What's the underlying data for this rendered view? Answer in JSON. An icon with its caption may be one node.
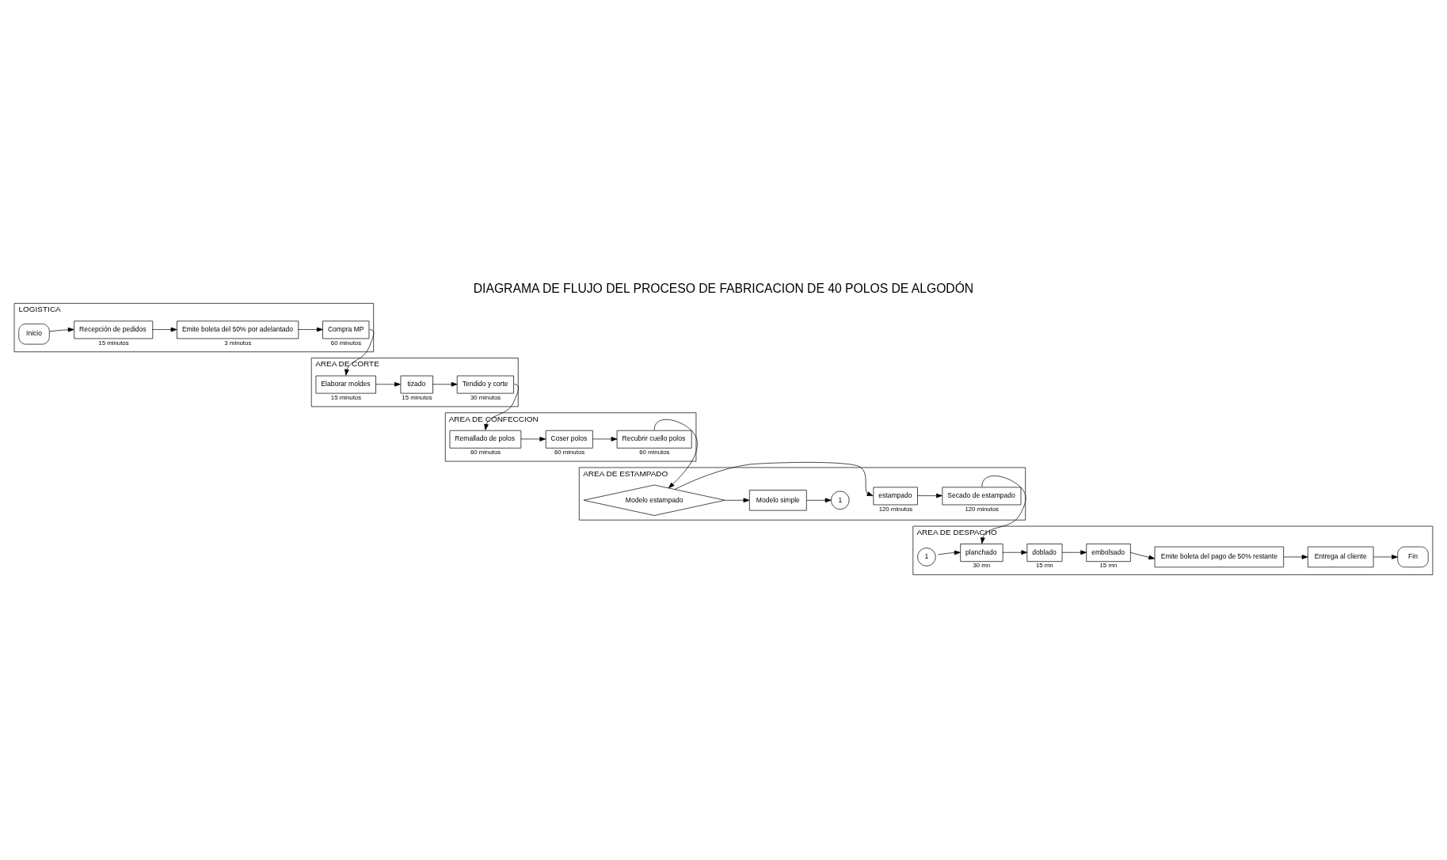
{
  "diagram": {
    "title": "DIAGRAMA DE FLUJO DEL PROCESO DE FABRICACION DE 40 POLOS DE ALGODÓN",
    "nodes": [
      {
        "text": [
          "LOGISTICA"
        ]
      },
      {
        "text": [
          "Inicio"
        ],
        "in": 0
      },
      {
        "text": [
          "Recepción de pedidos"
        ],
        "in": 0,
        "beside": [
          "15 minutos"
        ]
      },
      {
        "text": [
          "Emite boleta del 50% por adelantado"
        ],
        "in": 0,
        "beside": [
          "3 minutos"
        ]
      },
      {
        "text": [
          "Compra MP"
        ],
        "in": 0,
        "beside": [
          "60 minutos"
        ]
      },
      {
        "text": [
          "AREA DE CORTE"
        ]
      },
      {
        "text": [
          "Elaborar moldes"
        ],
        "in": 5,
        "beside": [
          "15 minutos"
        ]
      },
      {
        "text": [
          "tizado"
        ],
        "in": 5,
        "beside": [
          "15 minutos"
        ]
      },
      {
        "text": [
          "Tendido y corte"
        ],
        "in": 5,
        "beside": [
          "30 minutos"
        ]
      },
      {
        "text": [
          "AREA DE CONFECCION"
        ]
      },
      {
        "text": [
          "Remallado de polos"
        ],
        "in": 9,
        "beside": [
          "60 minutos"
        ]
      },
      {
        "text": [
          "Coser polos"
        ],
        "in": 9,
        "beside": [
          "60 minutos"
        ]
      },
      {
        "text": [
          "Recubrir cuello polos"
        ],
        "in": 9,
        "beside": [
          "60 minutos"
        ]
      },
      {
        "text": [
          "AREA DE ESTAMPADO"
        ]
      },
      {
        "text": [
          "Secado de estampado"
        ],
        "in": 13,
        "beside": [
          "120 minutos"
        ]
      },
      {
        "text": [
          "estampado"
        ],
        "in": 13,
        "beside": [
          "120 minutos"
        ]
      },
      {
        "text": [
          "Modelo estampado"
        ],
        "in": 13
      },
      {
        "text": [
          "Modelo simple"
        ],
        "in": 13
      },
      {
        "text": [
          "1"
        ],
        "in": 13
      },
      {
        "text": [
          "AREA DE DESPACHO"
        ]
      },
      {
        "text": [
          "1"
        ],
        "in": 19
      },
      {
        "text": [
          "planchado"
        ],
        "in": 19,
        "beside": [
          "30 mn"
        ]
      },
      {
        "text": [
          "doblado"
        ],
        "in": 19,
        "beside": [
          "15 mn"
        ]
      },
      {
        "text": [
          "embolsado"
        ],
        "in": 19,
        "beside": [
          "15 mn"
        ]
      },
      {
        "text": [
          "Emite boleta del pago de 50% restante"
        ],
        "in": 19
      },
      {
        "text": [
          "Entrega al cliente"
        ],
        "in": 19
      },
      {
        "text": [
          "Fin"
        ],
        "in": 19
      }
    ],
    "edges": [
      {
        "from": 1,
        "to": 2,
        "arrow": "to"
      },
      {
        "from": 2,
        "to": 3,
        "arrow": "to"
      },
      {
        "from": 3,
        "to": 4,
        "arrow": "to"
      },
      {
        "from": 4,
        "to": 6,
        "arrow": "to"
      },
      {
        "from": 6,
        "to": 7,
        "arrow": "to"
      },
      {
        "from": 7,
        "to": 8,
        "arrow": "to"
      },
      {
        "from": 8,
        "to": 10,
        "arrow": "to"
      },
      {
        "from": 10,
        "to": 11,
        "arrow": "to"
      },
      {
        "from": 11,
        "to": 12,
        "arrow": "to"
      },
      {
        "from": 12,
        "to": 16,
        "arrow": "to"
      },
      {
        "from": 16,
        "to": 15,
        "arrow": "to"
      },
      {
        "from": 15,
        "to": 14,
        "arrow": "to"
      },
      {
        "from": 16,
        "to": 17,
        "arrow": "to"
      },
      {
        "from": 17,
        "to": 18,
        "arrow": "to"
      },
      {
        "from": 14,
        "to": 21,
        "arrow": "to"
      },
      {
        "from": 20,
        "to": 21,
        "arrow": "to"
      },
      {
        "from": 21,
        "to": 22,
        "arrow": "to"
      },
      {
        "from": 22,
        "to": 23,
        "arrow": "to"
      },
      {
        "from": 23,
        "to": 24,
        "arrow": "to"
      },
      {
        "from": 24,
        "to": 25,
        "arrow": "to"
      },
      {
        "from": 25,
        "to": 26,
        "arrow": "to"
      }
    ]
  }
}
